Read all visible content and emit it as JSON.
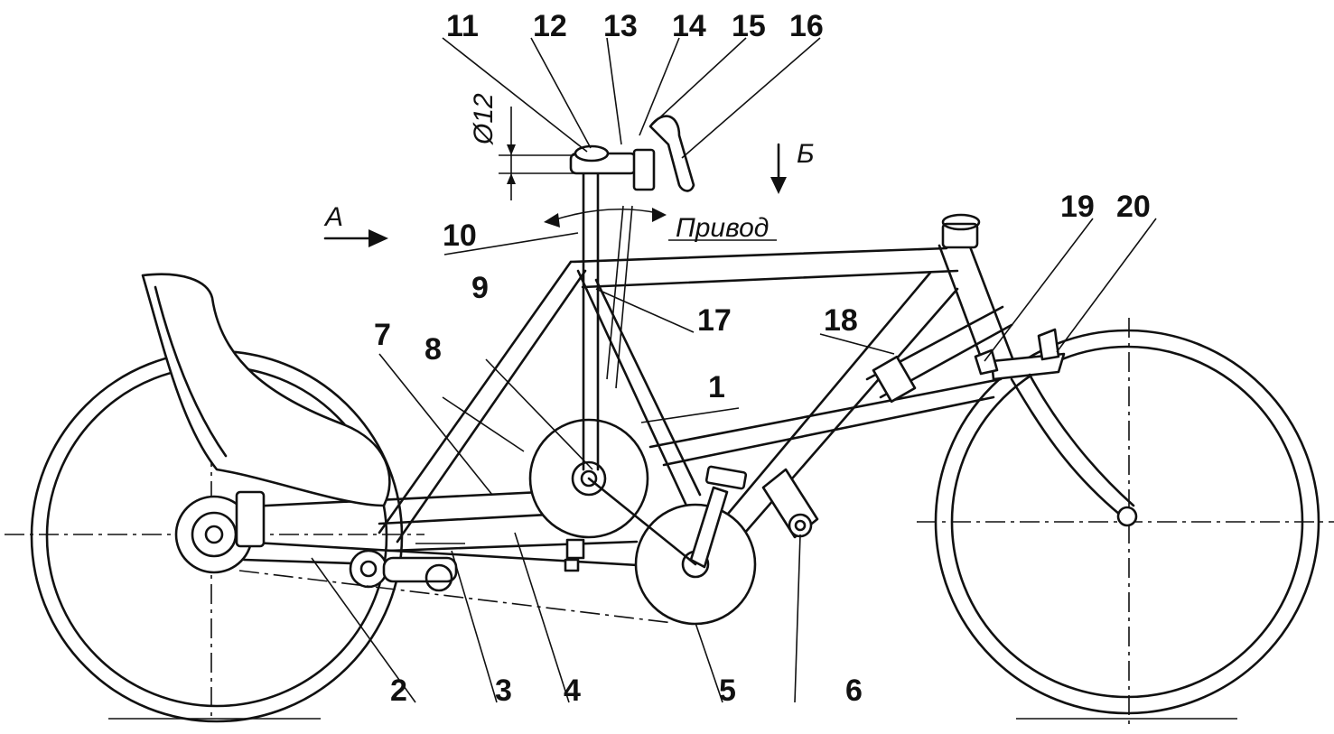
{
  "part_labels": [
    "1",
    "2",
    "3",
    "4",
    "5",
    "6",
    "7",
    "8",
    "9",
    "10",
    "11",
    "12",
    "13",
    "14",
    "15",
    "16",
    "17",
    "18",
    "19",
    "20"
  ],
  "view_labels": {
    "view_a": "А",
    "view_b": "Б"
  },
  "annotations": {
    "drive": "Привод",
    "diameter": "Ø12"
  },
  "colors": {
    "ink": "#111111",
    "paper": "#ffffff"
  }
}
